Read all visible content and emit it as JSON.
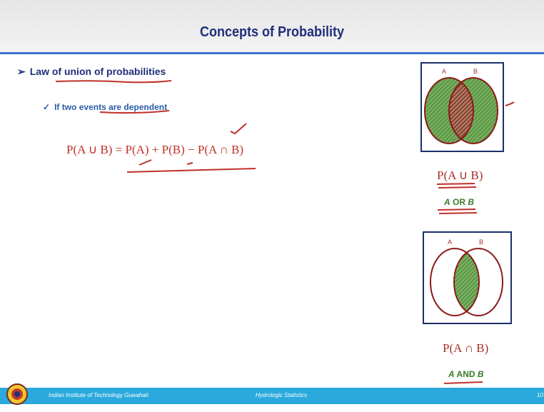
{
  "slide": {
    "title": "Concepts of Probability",
    "bullet1": "Law of union of probabilities",
    "bullet2": "If two events are dependent",
    "formula": "P(A ∪ B) = P(A) + P(B) − P(A ∩ B)"
  },
  "venn_union": {
    "label_a": "A",
    "label_b": "B",
    "formula": "P(A ∪ B)",
    "caption_a": "A",
    "caption_op": " OR ",
    "caption_b": "B"
  },
  "venn_intersection": {
    "label_a": "A",
    "label_b": "B",
    "formula": "P(A ∩ B)",
    "caption_a": "A",
    "caption_op": " AND ",
    "caption_b": "B"
  },
  "footer": {
    "institute": "Indian Institute of Technology Guwahati",
    "course": "Hydrologic Statistics",
    "page": "10"
  },
  "colors": {
    "title": "#1f2f7a",
    "accent_blue": "#3d6fc7",
    "footer": "#2aa9dc",
    "formula_red": "#c0302a",
    "venn_green": "#4f8a3a",
    "venn_outline": "#8b1a1a"
  }
}
